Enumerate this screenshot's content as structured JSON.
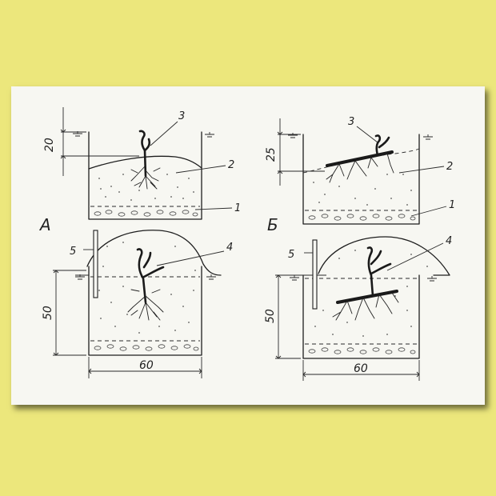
{
  "panels": [
    {
      "id": "A",
      "letter": "А",
      "dim_depth_top": "20",
      "dim_depth_bottom": "50",
      "dim_width": "60",
      "callouts": [
        "1",
        "2",
        "3",
        "4",
        "5"
      ]
    },
    {
      "id": "B",
      "letter": "Б",
      "dim_depth_top": "25",
      "dim_depth_bottom": "50",
      "dim_width": "60",
      "callouts": [
        "1",
        "2",
        "3",
        "4",
        "5"
      ]
    }
  ],
  "colors": {
    "background": "#ece77c",
    "paper": "#f7f7f2",
    "ink": "#1e1e1e"
  }
}
